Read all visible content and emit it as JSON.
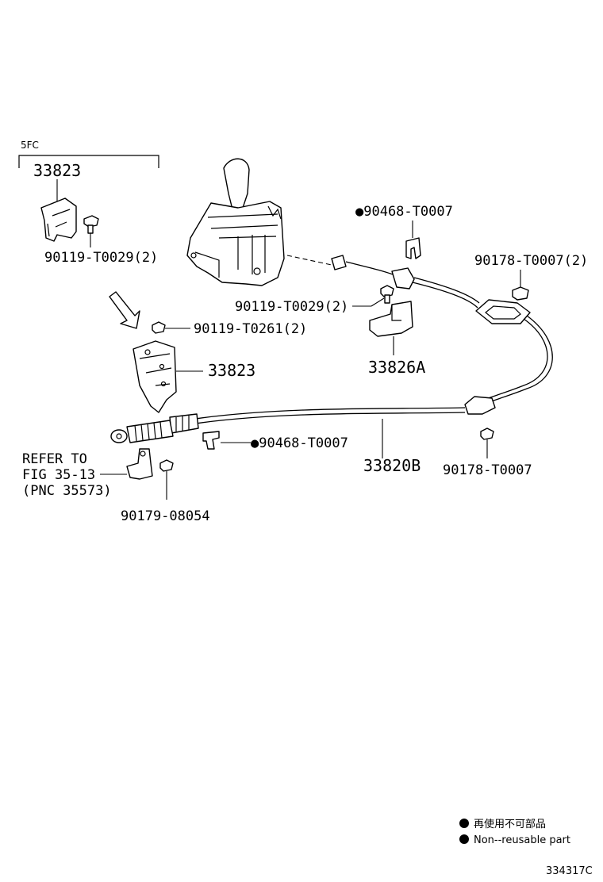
{
  "variant_label": "5FC",
  "parts": {
    "bracket_top": "33823",
    "bolt_top": "90119-T0029(2)",
    "bolt_middle": "90119-T0261(2)",
    "bracket_middle": "33823",
    "refer_line1": "REFER TO",
    "refer_line2": "FIG 35-13",
    "refer_line3": "(PNC 35573)",
    "clamp_nut": "90179-08054",
    "clip_shifter": "●90468-T0007",
    "bolt_shifter": "90119-T0029(2)",
    "bracket_shifter": "33826A",
    "nut_floor": "90178-T0007(2)",
    "clip_lower": "●90468-T0007",
    "cable_assembly": "33820B",
    "nut_lower": "90178-T0007"
  },
  "legend": {
    "jp_text": "再使用不可部品",
    "en_text": "Non--reusable part"
  },
  "illustration_id": "334317C"
}
